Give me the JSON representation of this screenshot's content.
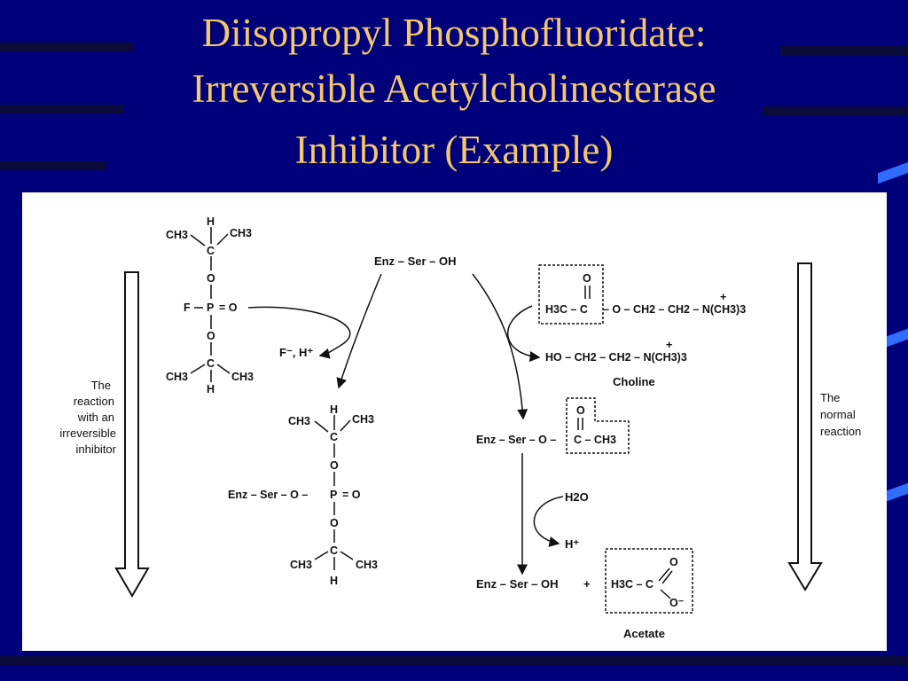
{
  "slide": {
    "title_lines": [
      "Diisopropyl Phosphofluoridate:",
      "Irreversible Acetylcholinesterase",
      "Inhibitor (Example)"
    ]
  },
  "figure": {
    "left_arrow_label": [
      "The",
      "reaction",
      "with an",
      "irreversible",
      "inhibitor"
    ],
    "right_arrow_label": [
      "The",
      "normal",
      "reaction"
    ],
    "top_enzyme": "Enz – Ser – OH",
    "dfp": {
      "ch3": "CH3",
      "h": "H",
      "c": "C",
      "o": "O",
      "f": "F",
      "p": "P",
      "double_o": "= O"
    },
    "released_ions": "F⁻, H⁺",
    "inhibited_enzyme_prefix": "Enz – Ser – O –",
    "acetylcholine": {
      "acetyl_left": "H3C – C",
      "rest": "– O – CH2 – CH2 – N(CH3)3",
      "plus": "+",
      "carbonyl_o": "O"
    },
    "choline_formula": "HO – CH2 – CH2 – N(CH3)3",
    "choline_label": "Choline",
    "acyl_enzyme": "Enz – Ser – O –",
    "acyl_group": "C – CH3",
    "water": "H2O",
    "proton": "H⁺",
    "regenerated_enzyme": "Enz – Ser – OH",
    "plus_sign": "+",
    "acetate": {
      "h3c": "H3C – C",
      "o_top": "O",
      "o_minus": "O⁻"
    },
    "acetate_label": "Acetate"
  },
  "colors": {
    "background": "#00007a",
    "title": "#f3c86a",
    "figure_bg": "#ffffff",
    "accent": "#2f6cff"
  }
}
